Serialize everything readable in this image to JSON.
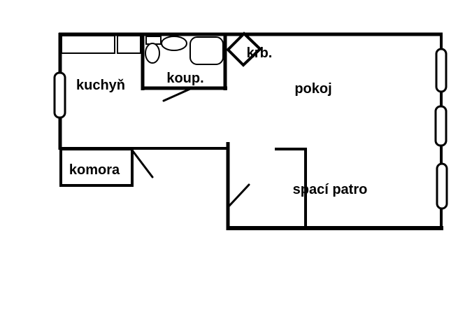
{
  "page": {
    "type": "apartment-floor-plan",
    "background": "#ffffff",
    "ink": "#000000"
  },
  "rooms": {
    "kitchen": {
      "label": "kuchyň"
    },
    "bathroom": {
      "label": "koup."
    },
    "fireplace": {
      "label": "krb."
    },
    "living_room": {
      "label": "pokoj"
    },
    "pantry": {
      "label": "komora"
    },
    "sleeping_loft": {
      "label": "spací patro"
    }
  }
}
